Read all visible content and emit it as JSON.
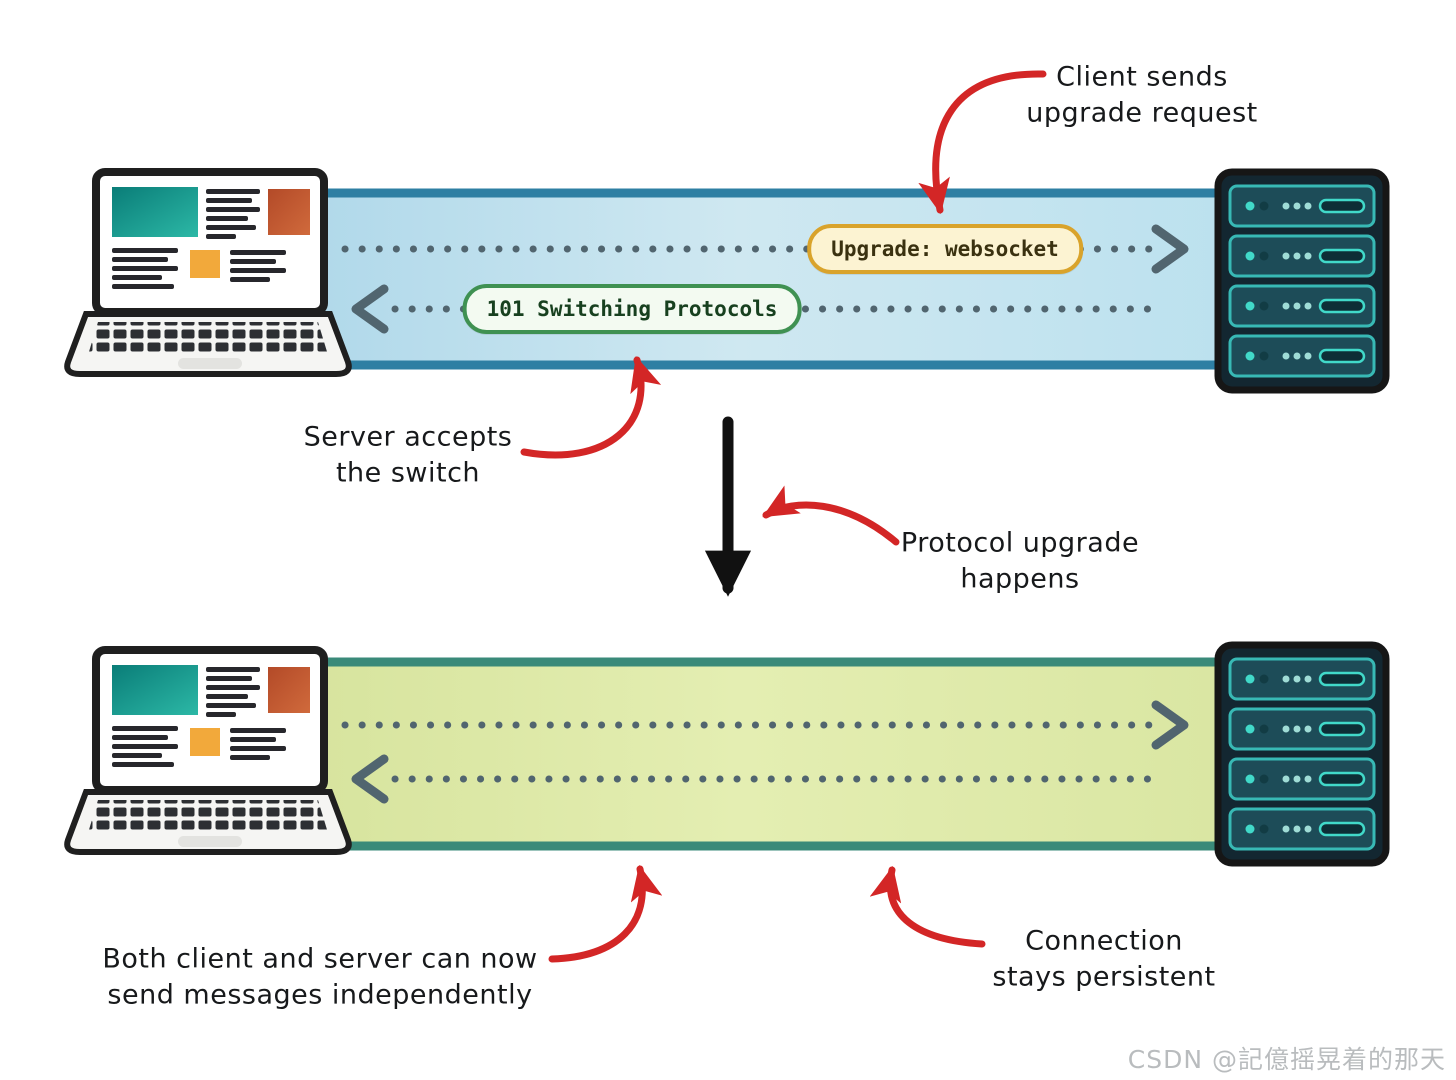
{
  "top_flow": {
    "request_badge": "Upgrade: websocket",
    "response_badge": "101 Switching Protocols"
  },
  "annotations": {
    "client_request": "Client sends\nupgrade request",
    "server_accepts": "Server accepts\nthe switch",
    "protocol_upgrade": "Protocol upgrade\nhappens",
    "independent": "Both client and server can now\nsend messages independently",
    "persistent": "Connection\nstays persistent"
  },
  "watermark": "CSDN @記億摇晃着的那天",
  "colors": {
    "top_channel_fill": "#bfdfee",
    "top_channel_border": "#2e7fa3",
    "bottom_channel_fill": "#dde7a6",
    "bottom_channel_border": "#3a8a79",
    "upgrade_badge_fill": "#fcf3d2",
    "upgrade_badge_border": "#d9a32b",
    "protocols_badge_fill": "#f3faf1",
    "protocols_badge_border": "#3f9152",
    "annotation_arrow_red": "#d32626",
    "dotted_line": "#51656f",
    "transition_arrow": "#111111"
  },
  "icons": {
    "client": "laptop-icon",
    "server": "server-rack-icon"
  }
}
